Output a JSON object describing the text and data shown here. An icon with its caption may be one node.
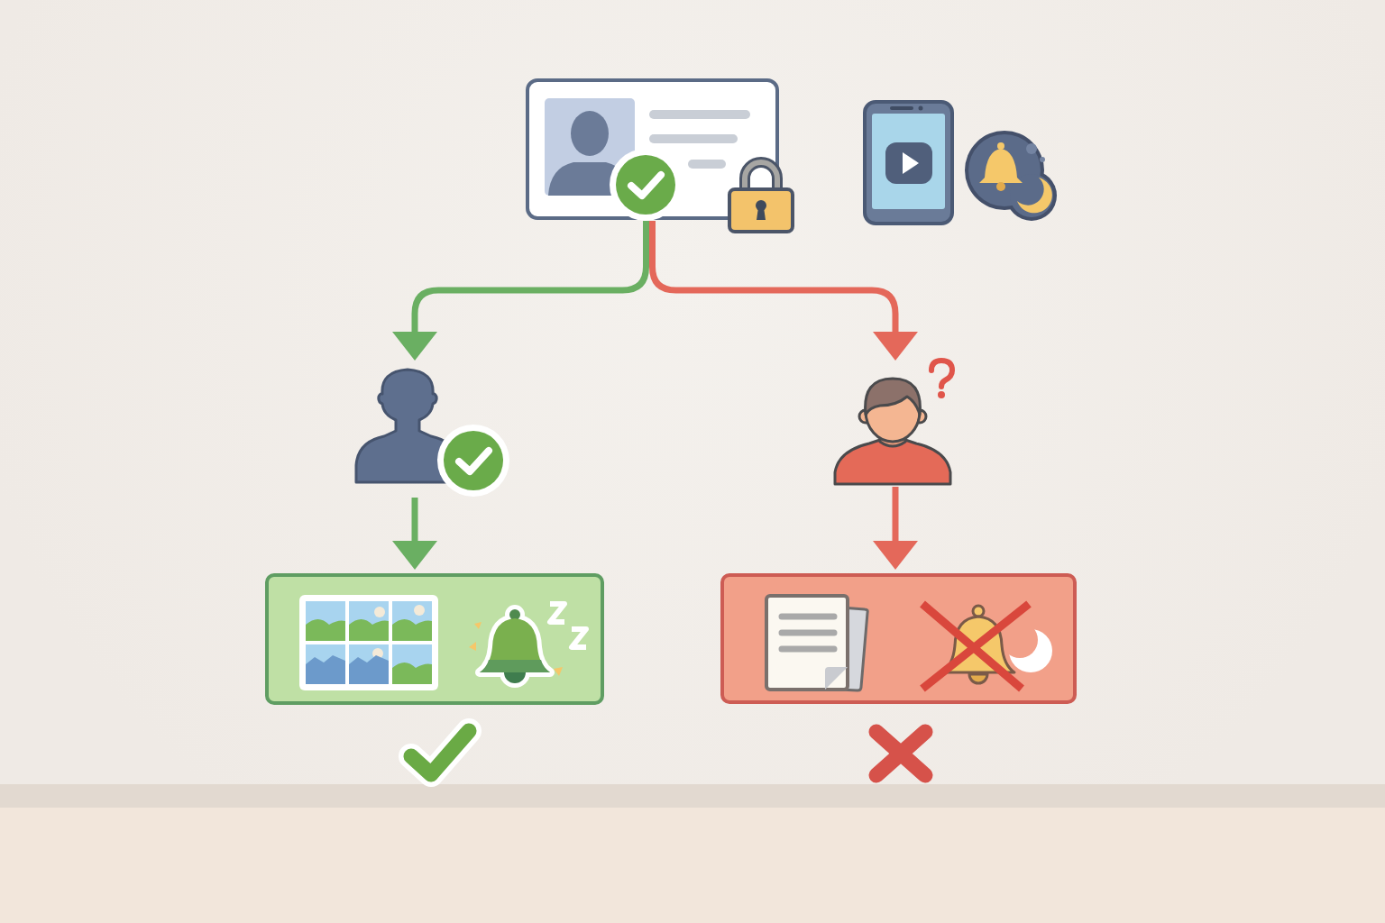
{
  "diagram": {
    "nodes": [
      {
        "text": [],
        "shape": "picture"
      },
      {
        "text": [],
        "shape": "picture"
      },
      {
        "text": [],
        "shape": "picture"
      },
      {
        "text": [],
        "shape": "box"
      },
      {
        "text": [],
        "shape": "box"
      }
    ],
    "edges": [
      {
        "from": 0,
        "to": 1,
        "arrow": "to",
        "color": "#6aaf62"
      },
      {
        "from": 0,
        "to": 2,
        "arrow": "to",
        "color": "#e4685a"
      },
      {
        "from": 1,
        "to": 3,
        "arrow": "to",
        "color": "#6aaf62"
      },
      {
        "from": 2,
        "to": 4,
        "arrow": "to",
        "color": "#e4685a"
      }
    ]
  }
}
